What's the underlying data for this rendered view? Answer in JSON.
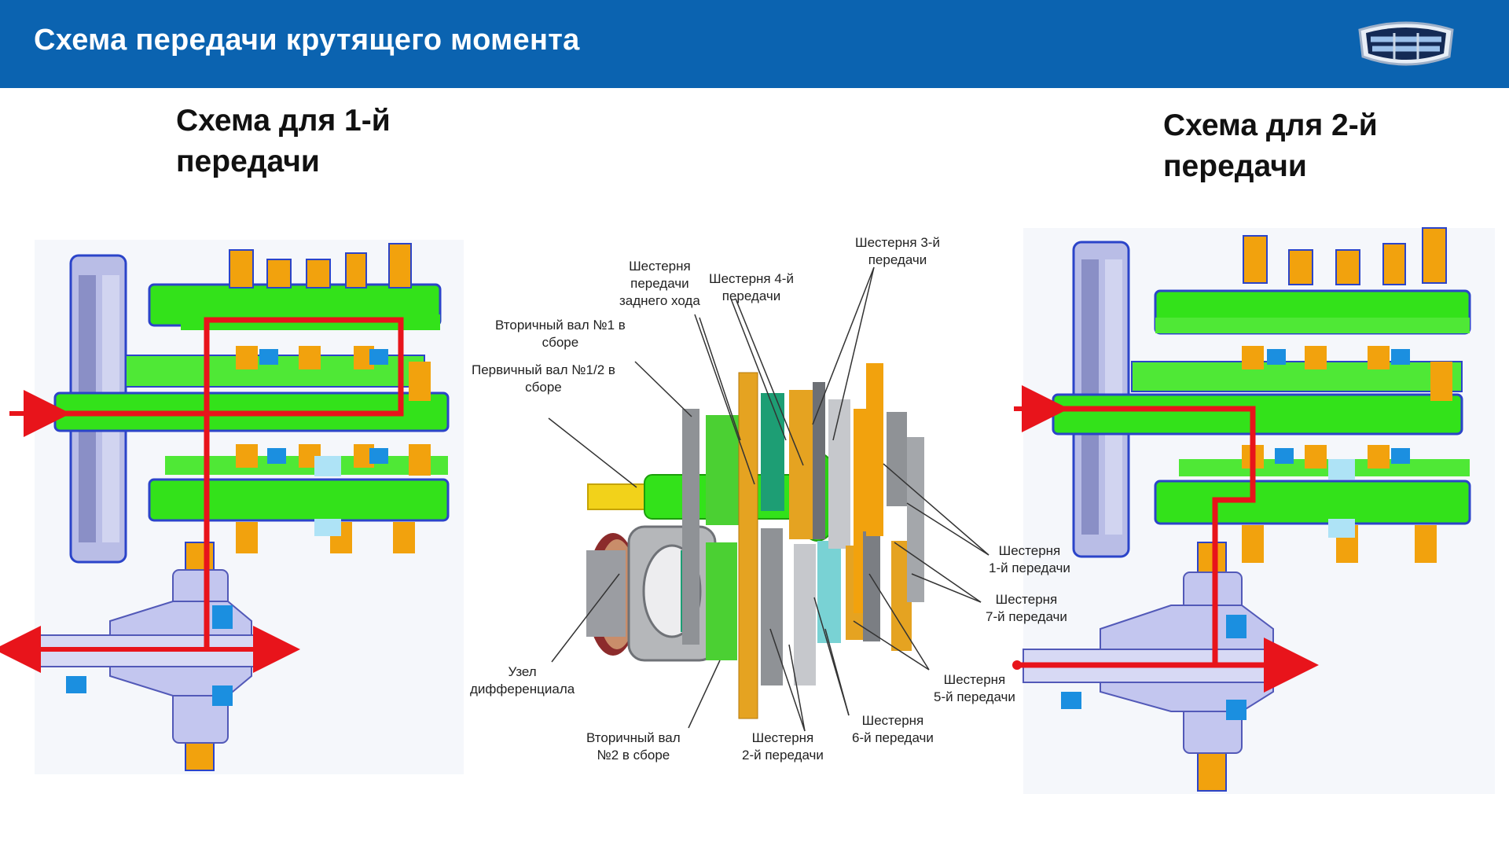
{
  "header": {
    "title": "Схема передачи крутящего момента"
  },
  "logo": {
    "name": "geely-logo-icon"
  },
  "sections": {
    "first_gear": {
      "line1": "Схема для 1-й",
      "line2": "передачи"
    },
    "second_gear": {
      "line1": "Схема для 2-й",
      "line2": "передачи"
    }
  },
  "labels": {
    "reverse_gear": {
      "line1": "Шестерня",
      "line2": "передачи",
      "line3": "заднего хода"
    },
    "gear4": {
      "line1": "Шестерня 4-й",
      "line2": "передачи"
    },
    "gear3": {
      "line1": "Шестерня 3-й",
      "line2": "передачи"
    },
    "output_shaft1": {
      "line1": "Вторичный вал №1 в",
      "line2": "сборе"
    },
    "input_shaft12": {
      "line1": "Первичный вал №1/2 в",
      "line2": "сборе"
    },
    "gear1": {
      "line1": "Шестерня",
      "line2": "1-й передачи"
    },
    "gear7": {
      "line1": "Шестерня",
      "line2": "7-й передачи"
    },
    "gear5": {
      "line1": "Шестерня",
      "line2": "5-й передачи"
    },
    "gear6": {
      "line1": "Шестерня",
      "line2": "6-й передачи"
    },
    "gear2": {
      "line1": "Шестерня",
      "line2": "2-й передачи"
    },
    "output_shaft2": {
      "line1": "Вторичный вал",
      "line2": "№2 в сборе"
    },
    "differential": {
      "line1": "Узел",
      "line2": "дифференциала"
    }
  },
  "colors": {
    "header": "#0b63b0",
    "shaft_green": "#33e21a",
    "gear_orange": "#f2a20d",
    "housing_blue": "#2b44c9",
    "diff_lavender": "#c3c6ef",
    "power_path_red": "#e8141b"
  }
}
